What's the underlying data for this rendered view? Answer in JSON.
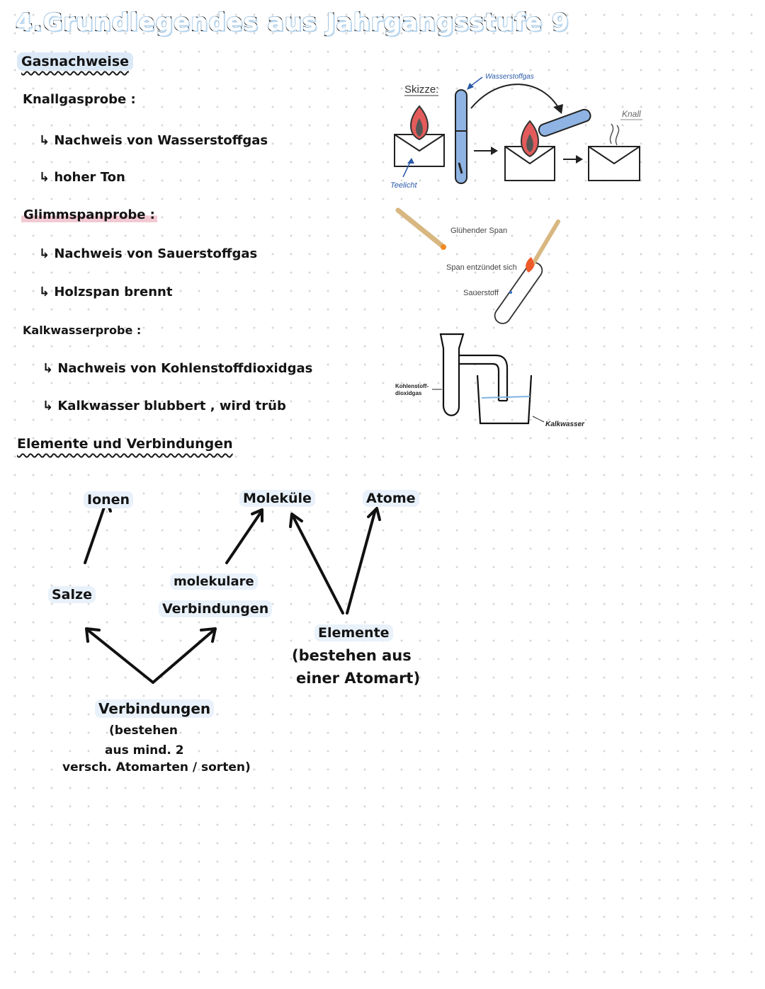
{
  "page": {
    "title": "4.Grundlegendes aus Jahrgangsstufe 9"
  },
  "gas_tests": {
    "heading": "Gasnachweise",
    "knallgas": {
      "title": "Knallgasprobe :",
      "line1": "↳ Nachweis von Wasserstoffgas",
      "line2": "↳ hoher Ton"
    },
    "glimmspan": {
      "title": "Glimmspanprobe :",
      "line1": "↳ Nachweis von Sauerstoffgas",
      "line2": "↳ Holzspan brennt"
    },
    "kalkwasser": {
      "title": "Kalkwasserprobe :",
      "line1": "↳ Nachweis von Kohlenstoffdioxidgas",
      "line2": "↳ Kalkwasser blubbert , wird trüb"
    }
  },
  "sketch1": {
    "label": "Skizze:",
    "hydrogen_label": "Wasserstoffgas",
    "candle_label": "Teelicht",
    "bang_label": "Knall"
  },
  "sketch2": {
    "label1": "Glühender Span",
    "label2": "Span entzündet sich",
    "label3": "Sauerstoff"
  },
  "sketch3": {
    "gas_label_1": "Kohlenstoff-",
    "gas_label_2": "dioxidgas",
    "water_label": "Kalkwasser"
  },
  "elements": {
    "heading": "Elemente und Verbindungen",
    "ionen": "Ionen",
    "molekuele": "Moleküle",
    "atome": "Atome",
    "salze": "Salze",
    "molekulare_1": "molekulare",
    "molekulare_2": "Verbindungen",
    "elemente_1": "Elemente",
    "elemente_2": "(bestehen aus",
    "elemente_3": "einer Atomart)",
    "verbindungen_1": "Verbindungen",
    "verbindungen_2": "(bestehen",
    "verbindungen_3": "aus mind. 2",
    "verbindungen_4": "versch. Atomarten / sorten)"
  },
  "colors": {
    "highlight_blue": "#dbe9f7",
    "highlight_pink": "#f2c9d3",
    "tube_blue": "#8fb4e3",
    "flame_red": "#d9534f"
  }
}
